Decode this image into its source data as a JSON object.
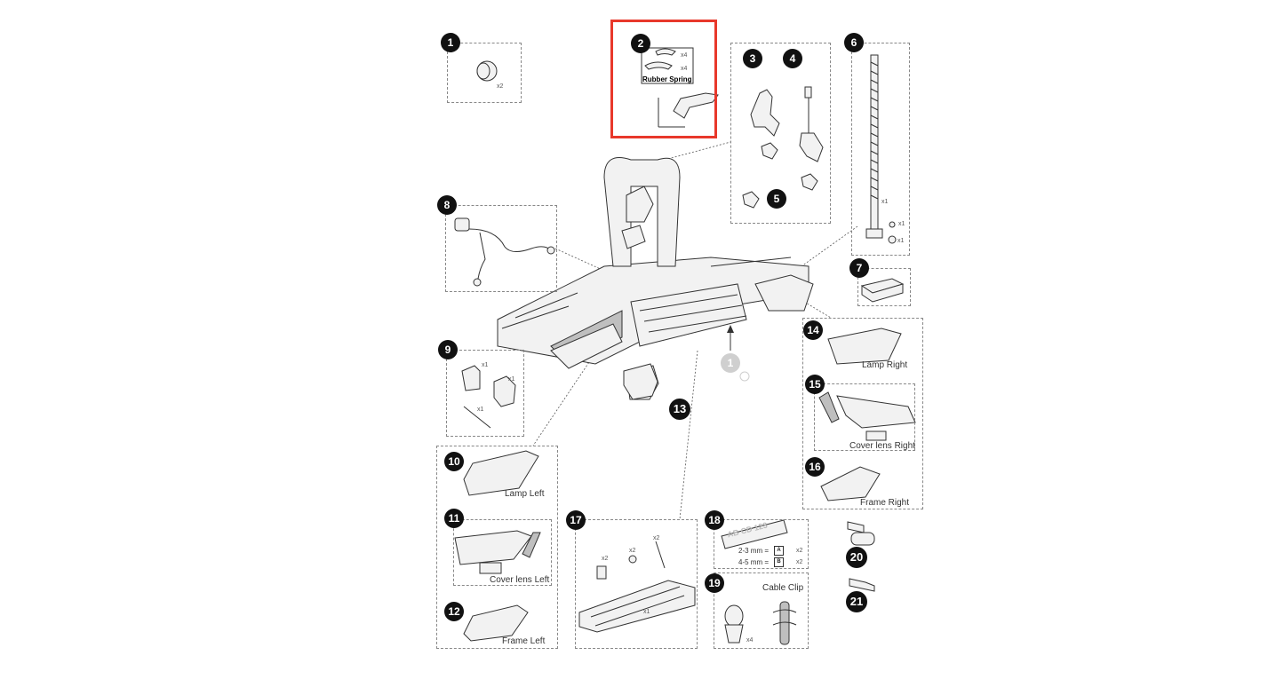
{
  "parts": {
    "p1": {
      "num": "1",
      "qty": "x2"
    },
    "p2": {
      "num": "2",
      "qty_a": "x4",
      "qty_b": "x4",
      "label": "Rubber Spring"
    },
    "p3": {
      "num": "3"
    },
    "p4": {
      "num": "4"
    },
    "p5": {
      "num": "5"
    },
    "p6": {
      "num": "6",
      "qty_a": "x1",
      "qty_b": "x1",
      "qty_c": "x1"
    },
    "p7": {
      "num": "7"
    },
    "p8": {
      "num": "8"
    },
    "p9": {
      "num": "9",
      "qty_a": "x1",
      "qty_b": "x1",
      "qty_c": "x1"
    },
    "p10": {
      "num": "10",
      "label": "Lamp Left"
    },
    "p11": {
      "num": "11",
      "label": "Cover lens Left"
    },
    "p12": {
      "num": "12",
      "label": "Frame Left"
    },
    "p13": {
      "num": "13"
    },
    "p14": {
      "num": "14",
      "label": "Lamp Right"
    },
    "p15": {
      "num": "15",
      "label": "Cover lens Right"
    },
    "p16": {
      "num": "16",
      "label": "Frame Right"
    },
    "p17": {
      "num": "17",
      "qty_a": "x2",
      "qty_b": "x2",
      "qty_c": "x2",
      "qty_d": "x1"
    },
    "p18": {
      "num": "18",
      "plate": "AB CD 123",
      "row_a": "2-3 mm =",
      "key_a": "A",
      "qty_a": "x2",
      "row_b": "4-5 mm =",
      "key_b": "B",
      "qty_b": "x2"
    },
    "p19": {
      "num": "19",
      "label": "Cable Clip",
      "qty": "x4"
    },
    "p20": {
      "num": "20"
    },
    "p21": {
      "num": "21"
    },
    "p1_faded": {
      "num": "1"
    }
  },
  "highlight_color": "#e8382b"
}
